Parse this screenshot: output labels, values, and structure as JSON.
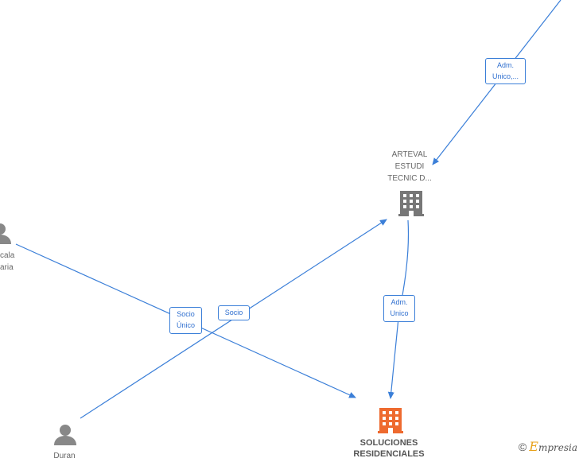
{
  "nodes": {
    "arteval": {
      "label_lines": [
        "ARTEVAL",
        "ESTUDI",
        "TECNIC D..."
      ],
      "type": "company",
      "color": "#777777"
    },
    "soluciones": {
      "label_lines": [
        "SOLUCIONES",
        "RESIDENCIALES"
      ],
      "type": "company-main",
      "color": "#ee6a2f"
    },
    "person_left": {
      "label_lines": [
        "cala",
        "aria"
      ],
      "type": "person",
      "color": "#888888"
    },
    "person_bottom": {
      "label_lines": [
        "Duran"
      ],
      "type": "person",
      "color": "#888888"
    }
  },
  "edges": [
    {
      "id": "top-to-arteval",
      "label": [
        "Adm.",
        "Unico,..."
      ]
    },
    {
      "id": "arteval-to-soluciones",
      "label": [
        "Adm.",
        "Unico"
      ]
    },
    {
      "id": "person-left-to-soluciones",
      "label": [
        "Socio",
        "Único"
      ]
    },
    {
      "id": "person-bottom-to-arteval",
      "label": [
        "Socio"
      ]
    }
  ],
  "colors": {
    "edge": "#3b7fd8",
    "edge_label": "#2f6fcf"
  },
  "brand": {
    "copyright": "©",
    "initial": "E",
    "rest": "mpresia"
  }
}
